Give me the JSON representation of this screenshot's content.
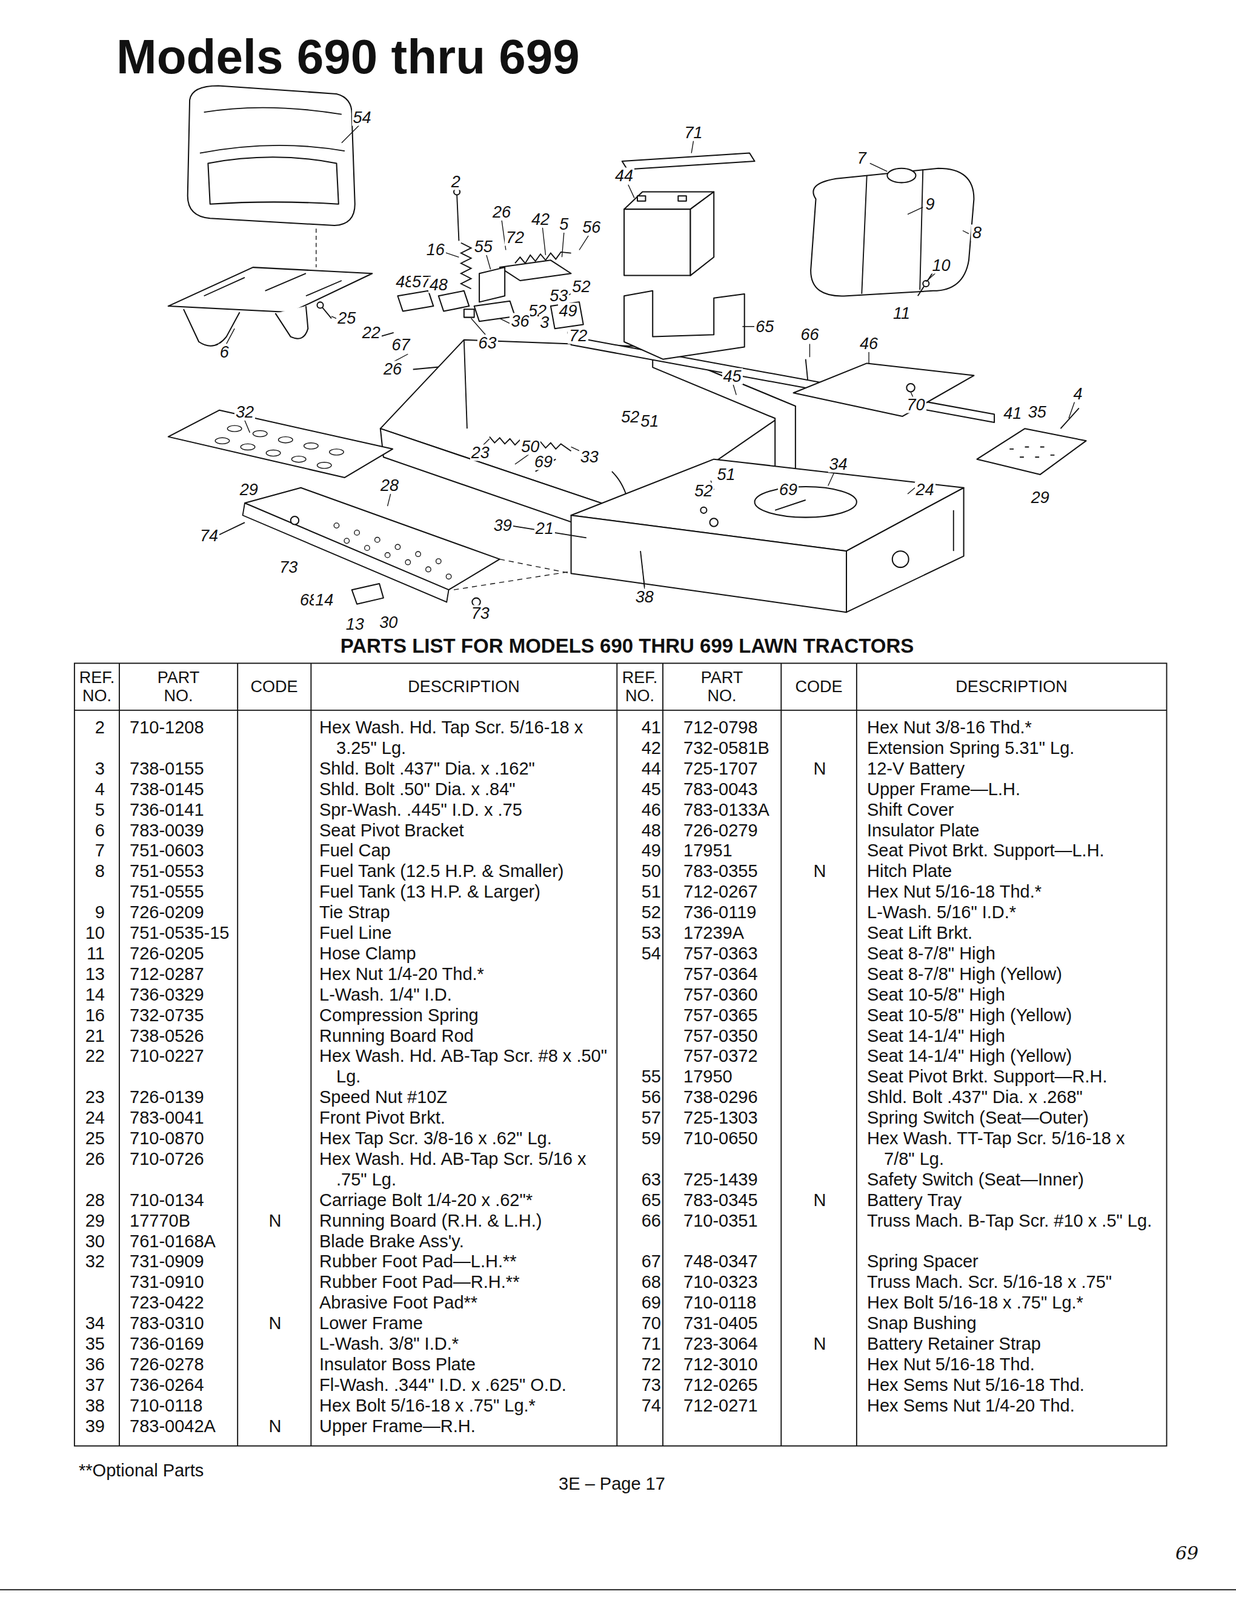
{
  "diagram": {
    "title": "Models 690 thru 699",
    "labels": [
      "54",
      "71",
      "7",
      "44",
      "2",
      "9",
      "26",
      "42",
      "5",
      "56",
      "8",
      "72",
      "16",
      "55",
      "10",
      "48",
      "57",
      "48",
      "52",
      "53",
      "52",
      "49",
      "11",
      "25",
      "36",
      "3",
      "65",
      "22",
      "72",
      "66",
      "46",
      "63",
      "67",
      "6",
      "26",
      "45",
      "4",
      "70",
      "32",
      "41",
      "35",
      "52",
      "51",
      "50",
      "23",
      "33",
      "69",
      "34",
      "51",
      "28",
      "29",
      "24",
      "69",
      "52",
      "29",
      "39",
      "21",
      "74",
      "73",
      "38",
      "68",
      "14",
      "13",
      "30",
      "73",
      "PARTS LIST FOR MODELS 690 THRU 699 LAWN TRACTORS",
      "REF. NO.",
      "PART NO.",
      "CODE",
      "DESCRIPTION",
      "REF. NO.",
      "PART NO.",
      "CODE",
      "DESCRIPTION",
      "2",
      "710-1208",
      "Hex Wash. Hd. Tap Scr. 5/16-18 x 3.25\" Lg.",
      "3",
      "738-0155",
      "Shld. Bolt .437\" Dia. x .162\"",
      "4",
      "738-0145",
      "Shld. Bolt .50\" Dia. x .84\"",
      "5",
      "736-0141",
      "Spr-Wash. .445\" I.D. x .75",
      "6",
      "783-0039",
      "Seat Pivot Bracket",
      "7",
      "751-0603",
      "Fuel Cap",
      "8",
      "751-0553",
      "Fuel Tank (12.5 H.P. & Smaller)",
      "751-0555",
      "Fuel Tank (13 H.P. & Larger)",
      "9",
      "726-0209",
      "Tie Strap",
      "10",
      "751-0535-15",
      "Fuel Line",
      "11",
      "726-0205",
      "Hose Clamp",
      "13",
      "712-0287",
      "Hex Nut 1/4-20 Thd.*",
      "14",
      "736-0329",
      "L-Wash. 1/4\" I.D.",
      "16",
      "732-0735",
      "Compression Spring",
      "21",
      "738-0526",
      "Running Board Rod",
      "22",
      "710-0227",
      "Hex Wash. Hd. AB-Tap Scr. #8 x .50\" Lg.",
      "23",
      "726-0139",
      "Speed Nut #10Z",
      "24",
      "783-0041",
      "Front Pivot Brkt.",
      "25",
      "710-0870",
      "Hex Tap Scr. 3/8-16 x .62\" Lg.",
      "26",
      "710-0726",
      "Hex Wash. Hd. AB-Tap Scr. 5/16 x .75\" Lg.",
      "28",
      "710-0134",
      "Carriage Bolt 1/4-20 x .62\"*",
      "29",
      "17770B",
      "N",
      "Running Board (R.H. & L.H.)",
      "30",
      "761-0168A",
      "Blade Brake Ass'y.",
      "32",
      "731-0909",
      "Rubber Foot Pad—L.H.**",
      "731-0910",
      "Rubber Foot Pad—R.H.**",
      "723-0422",
      "Abrasive Foot Pad**",
      "34",
      "783-0310",
      "N",
      "Lower Frame",
      "35",
      "736-0169",
      "L-Wash. 3/8\" I.D.*",
      "36",
      "726-0278",
      "Insulator Boss Plate",
      "37",
      "736-0264",
      "Fl-Wash. .344\" I.D. x .625\" O.D.",
      "38",
      "710-0118",
      "Hex Bolt 5/16-18 x .75\" Lg.*",
      "39",
      "783-0042A",
      "N",
      "Upper Frame—R.H.",
      "41",
      "712-0798",
      "Hex Nut 3/8-16 Thd.*",
      "42",
      "732-0581B",
      "Extension Spring 5.31\" Lg.",
      "44",
      "725-1707",
      "N",
      "12-V Battery",
      "45",
      "783-0043",
      "Upper Frame—L.H.",
      "46",
      "783-0133A",
      "Shift Cover",
      "48",
      "726-0279",
      "Insulator Plate",
      "49",
      "17951",
      "Seat Pivot Brkt. Support—L.H.",
      "50",
      "783-0355",
      "N",
      "Hitch Plate",
      "51",
      "712-0267",
      "Hex Nut 5/16-18 Thd.*",
      "52",
      "736-0119",
      "L-Wash. 5/16\" I.D.*",
      "53",
      "17239A",
      "Seat Lift Brkt.",
      "54",
      "757-0363",
      "Seat 8-7/8\" High",
      "757-0364",
      "Seat 8-7/8\" High (Yellow)",
      "757-0360",
      "Seat 10-5/8\" High",
      "757-0365",
      "Seat 10-5/8\" High (Yellow)",
      "757-0350",
      "Seat 14-1/4\" High",
      "757-0372",
      "Seat 14-1/4\" High (Yellow)",
      "55",
      "17950",
      "Seat Pivot Brkt. Support—R.H.",
      "56",
      "738-0296",
      "Shld. Bolt .437\" Dia. x .268\"",
      "57",
      "725-1303",
      "Spring Switch (Seat—Outer)",
      "59",
      "710-0650",
      "Hex Wash. TT-Tap Scr. 5/16-18 x 7/8\" Lg.",
      "63",
      "725-1439",
      "Safety Switch (Seat—Inner)",
      "65",
      "783-0345",
      "N",
      "Battery Tray",
      "66",
      "710-0351",
      "Truss Mach. B-Tap Scr. #10 x .5\" Lg.",
      "67",
      "748-0347",
      "Spring Spacer",
      "68",
      "710-0323",
      "Truss Mach. Scr. 5/16-18 x .75\"",
      "69",
      "710-0118",
      "Hex Bolt 5/16-18 x .75\" Lg.*",
      "70",
      "731-0405",
      "Snap Bushing",
      "71",
      "723-3064",
      "N",
      "Battery Retainer Strap",
      "72",
      "712-3010",
      "Hex Nut 5/16-18 Thd.",
      "73",
      "712-0265",
      "Hex Sems Nut 5/16-18 Thd.",
      "74",
      "712-0271",
      "Hex Sems Nut 1/4-20 Thd.",
      "**Optional Parts",
      "3E – Page 17",
      "69"
    ]
  }
}
